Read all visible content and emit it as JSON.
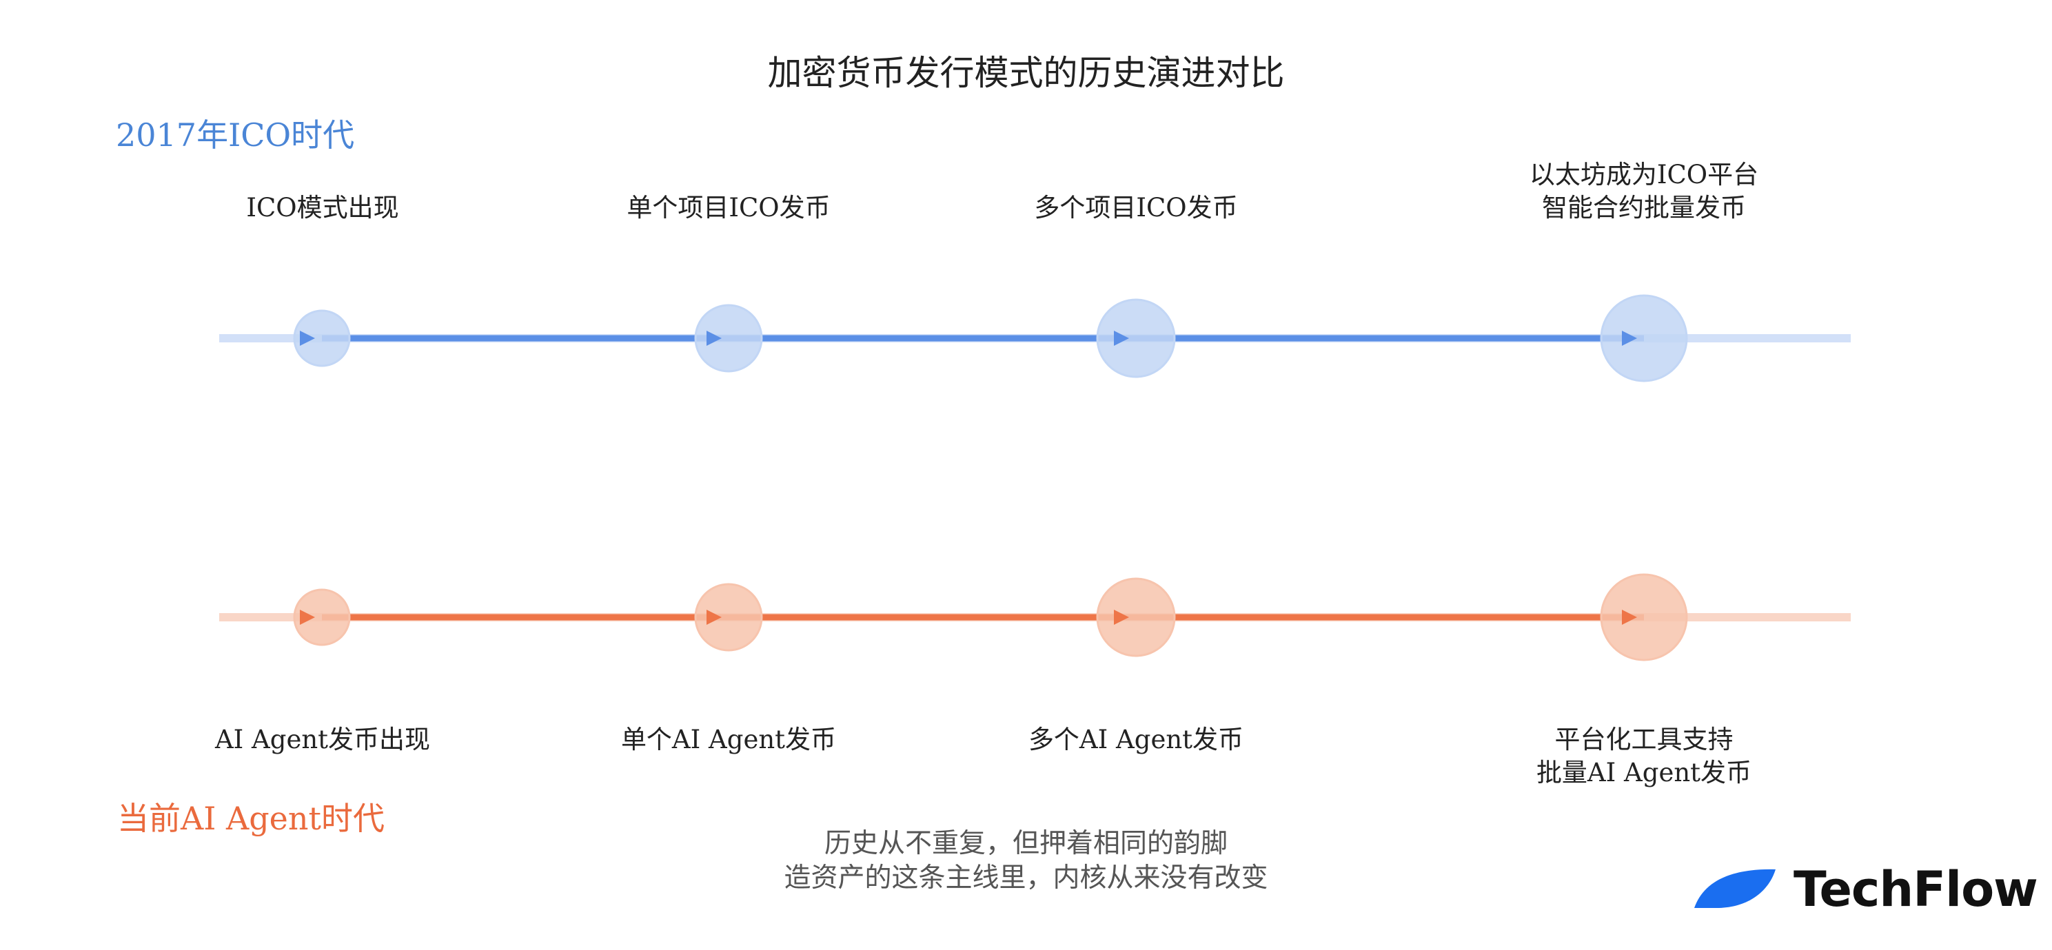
{
  "title": "加密货币发行模式的历史演进对比",
  "colors": {
    "ico": "#4a85d6",
    "ico_line": "#5b8fe6",
    "ico_faint": "#d2e0f8",
    "ico_node": "#c2d6f5",
    "ai": "#ea6a3d",
    "ai_line": "#ee7548",
    "ai_faint": "#f9d6c7",
    "ai_node": "#f7c4ad",
    "brand": "#1a6ef0"
  },
  "timelines": [
    {
      "id": "ico",
      "era_label": "2017年ICO时代",
      "nodes": [
        {
          "label": [
            "ICO模式出现"
          ]
        },
        {
          "label": [
            "单个项目ICO发币"
          ]
        },
        {
          "label": [
            "多个项目ICO发币"
          ]
        },
        {
          "label": [
            "以太坊成为ICO平台",
            "智能合约批量发币"
          ]
        }
      ]
    },
    {
      "id": "ai",
      "era_label": "当前AI Agent时代",
      "nodes": [
        {
          "label": [
            "AI Agent发币出现"
          ]
        },
        {
          "label": [
            "单个AI Agent发币"
          ]
        },
        {
          "label": [
            "多个AI Agent发币"
          ]
        },
        {
          "label": [
            "平台化工具支持",
            "批量AI Agent发币"
          ]
        }
      ]
    }
  ],
  "caption": [
    "历史从不重复，但押着相同的韵脚",
    "造资产的这条主线里，内核从来没有改变"
  ],
  "brand": {
    "name": "TechFlow",
    "logo_icon": "techflow-logo-icon"
  }
}
